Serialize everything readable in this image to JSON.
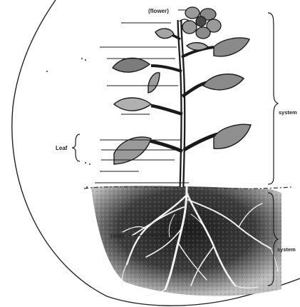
{
  "labels": {
    "flower": "(flower)",
    "leaf": "Leaf",
    "roots": "roots",
    "shoot_system": "system",
    "root_system": "system"
  },
  "colors": {
    "ink": "#1a1a1a",
    "soil": "#3a3a3a",
    "leaf": "#8a8a8a",
    "background": "#ffffff"
  }
}
